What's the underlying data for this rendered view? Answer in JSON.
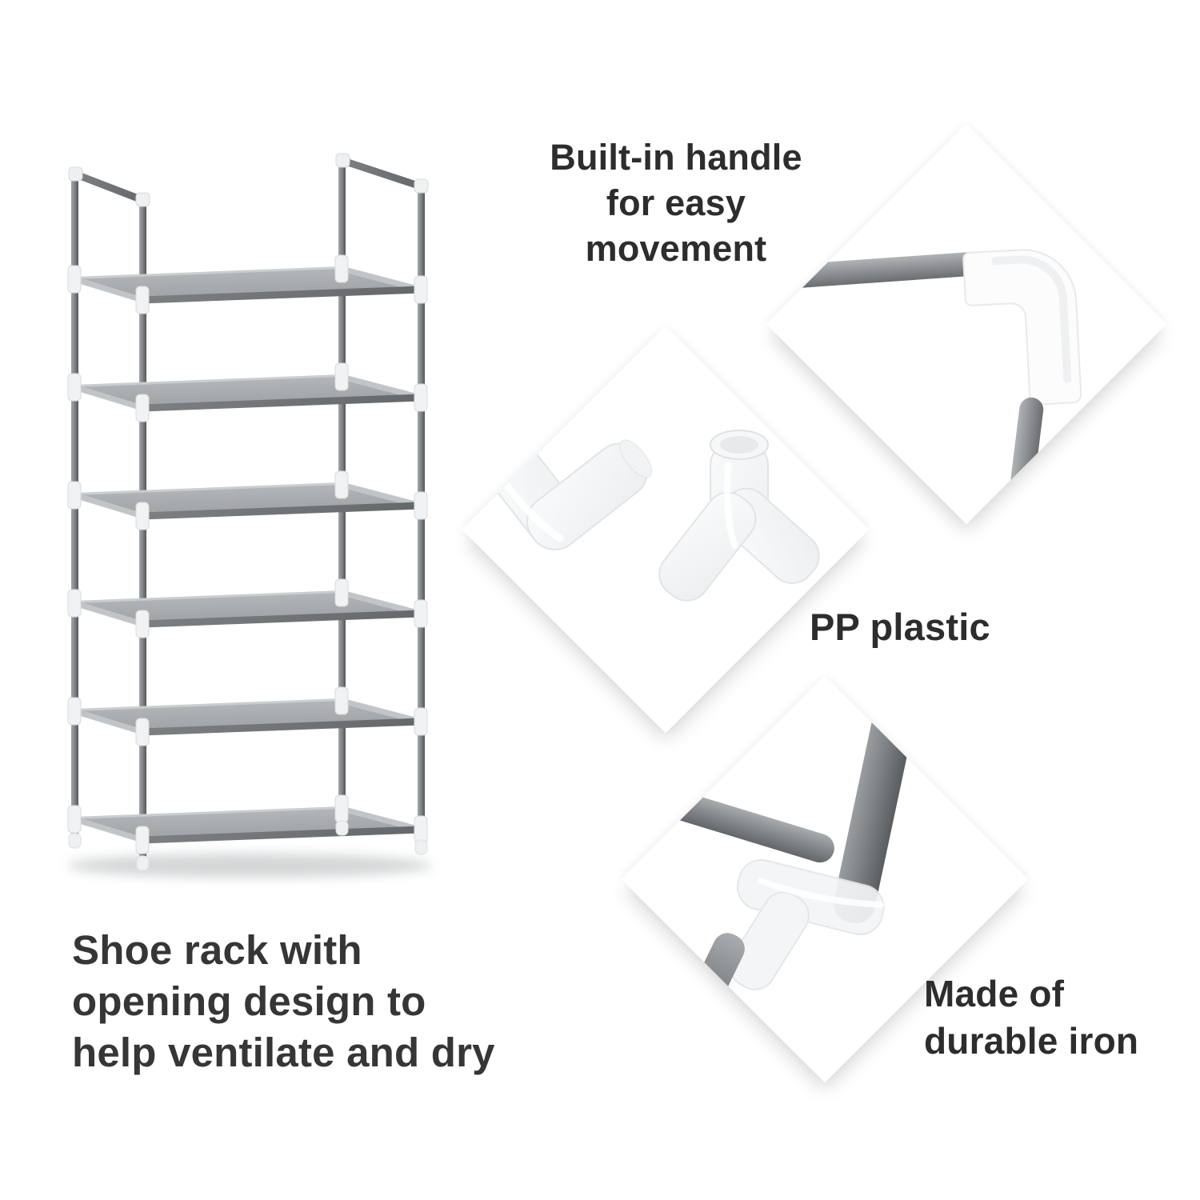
{
  "page": {
    "background": "#ffffff",
    "description": "Shoe rack product feature infographic"
  },
  "captions": {
    "handle": "Built-in handle\nfor easy\nmovement",
    "pp": "PP plastic",
    "iron": "Made of\ndurable iron",
    "main": "Shoe rack with\nopening design to\nhelp ventilate and dry"
  },
  "photos": {
    "rack": "shoe-rack-product-photo",
    "handle_joint": "handle-corner-joint-photo",
    "pp_connectors": "pp-plastic-connectors-photo",
    "iron_joint": "iron-tube-joint-photo"
  },
  "product": {
    "shelf_count": 6
  },
  "colors": {
    "text": "#2d2d2d",
    "metal_light": "#a8abae",
    "metal_dark": "#5f6265",
    "fabric": "#a9acaf",
    "plastic_white": "#f4f5f6",
    "background": "#ffffff"
  }
}
